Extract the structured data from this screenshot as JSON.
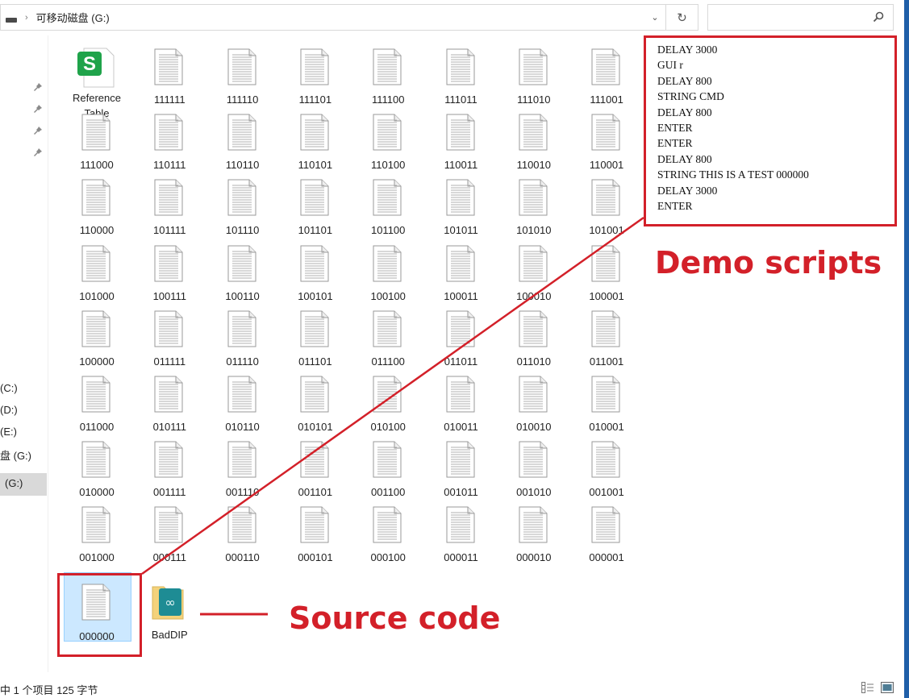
{
  "address_bar": {
    "path": "可移动磁盘 (G:)",
    "drive_icon": "drive-icon",
    "separator_icon": "chevron-right-icon",
    "dropdown_icon": "chevron-down-icon",
    "refresh_icon": "refresh-icon"
  },
  "search": {
    "placeholder": "",
    "icon": "search-icon"
  },
  "nav_pane": {
    "pinned_count": 4,
    "items": [
      {
        "label": "(C:)"
      },
      {
        "label": "(D:)"
      },
      {
        "label": "(E:)"
      },
      {
        "label": "盘 (G:)"
      },
      {
        "label": "(G:)",
        "selected": true
      }
    ]
  },
  "files": [
    {
      "name": "Reference Table",
      "type": "spreadsheet"
    },
    {
      "name": "111111",
      "type": "text"
    },
    {
      "name": "111110",
      "type": "text"
    },
    {
      "name": "111101",
      "type": "text"
    },
    {
      "name": "111100",
      "type": "text"
    },
    {
      "name": "111011",
      "type": "text"
    },
    {
      "name": "111010",
      "type": "text"
    },
    {
      "name": "111001",
      "type": "text"
    },
    {
      "name": "111000",
      "type": "text"
    },
    {
      "name": "110111",
      "type": "text"
    },
    {
      "name": "110110",
      "type": "text"
    },
    {
      "name": "110101",
      "type": "text"
    },
    {
      "name": "110100",
      "type": "text"
    },
    {
      "name": "110011",
      "type": "text"
    },
    {
      "name": "110010",
      "type": "text"
    },
    {
      "name": "110001",
      "type": "text"
    },
    {
      "name": "110000",
      "type": "text"
    },
    {
      "name": "101111",
      "type": "text"
    },
    {
      "name": "101110",
      "type": "text"
    },
    {
      "name": "101101",
      "type": "text"
    },
    {
      "name": "101100",
      "type": "text"
    },
    {
      "name": "101011",
      "type": "text"
    },
    {
      "name": "101010",
      "type": "text"
    },
    {
      "name": "101001",
      "type": "text"
    },
    {
      "name": "101000",
      "type": "text"
    },
    {
      "name": "100111",
      "type": "text"
    },
    {
      "name": "100110",
      "type": "text"
    },
    {
      "name": "100101",
      "type": "text"
    },
    {
      "name": "100100",
      "type": "text"
    },
    {
      "name": "100011",
      "type": "text"
    },
    {
      "name": "100010",
      "type": "text"
    },
    {
      "name": "100001",
      "type": "text"
    },
    {
      "name": "100000",
      "type": "text"
    },
    {
      "name": "011111",
      "type": "text"
    },
    {
      "name": "011110",
      "type": "text"
    },
    {
      "name": "011101",
      "type": "text"
    },
    {
      "name": "011100",
      "type": "text"
    },
    {
      "name": "011011",
      "type": "text"
    },
    {
      "name": "011010",
      "type": "text"
    },
    {
      "name": "011001",
      "type": "text"
    },
    {
      "name": "011000",
      "type": "text"
    },
    {
      "name": "010111",
      "type": "text"
    },
    {
      "name": "010110",
      "type": "text"
    },
    {
      "name": "010101",
      "type": "text"
    },
    {
      "name": "010100",
      "type": "text"
    },
    {
      "name": "010011",
      "type": "text"
    },
    {
      "name": "010010",
      "type": "text"
    },
    {
      "name": "010001",
      "type": "text"
    },
    {
      "name": "010000",
      "type": "text"
    },
    {
      "name": "001111",
      "type": "text"
    },
    {
      "name": "001110",
      "type": "text"
    },
    {
      "name": "001101",
      "type": "text"
    },
    {
      "name": "001100",
      "type": "text"
    },
    {
      "name": "001011",
      "type": "text"
    },
    {
      "name": "001010",
      "type": "text"
    },
    {
      "name": "001001",
      "type": "text"
    },
    {
      "name": "001000",
      "type": "text"
    },
    {
      "name": "000111",
      "type": "text"
    },
    {
      "name": "000110",
      "type": "text"
    },
    {
      "name": "000101",
      "type": "text"
    },
    {
      "name": "000100",
      "type": "text"
    },
    {
      "name": "000011",
      "type": "text"
    },
    {
      "name": "000010",
      "type": "text"
    },
    {
      "name": "000001",
      "type": "text"
    },
    {
      "name": "000000",
      "type": "text",
      "selected": true
    },
    {
      "name": "BadDIP",
      "type": "arduino-folder"
    }
  ],
  "annotations": {
    "demo_label": "Demo scripts",
    "source_label": "Source code",
    "accent_color": "#d32029",
    "script_lines": [
      "DELAY 3000",
      "GUI r",
      "DELAY 800",
      "STRING CMD",
      "DELAY 800",
      "ENTER",
      "ENTER",
      "DELAY 800",
      "STRING THIS IS A TEST 000000",
      "DELAY 3000",
      "ENTER"
    ]
  },
  "status_bar": {
    "text": "中 1 个项目  125 字节",
    "view_icons": [
      "details-view-icon",
      "large-icons-view-icon"
    ]
  }
}
